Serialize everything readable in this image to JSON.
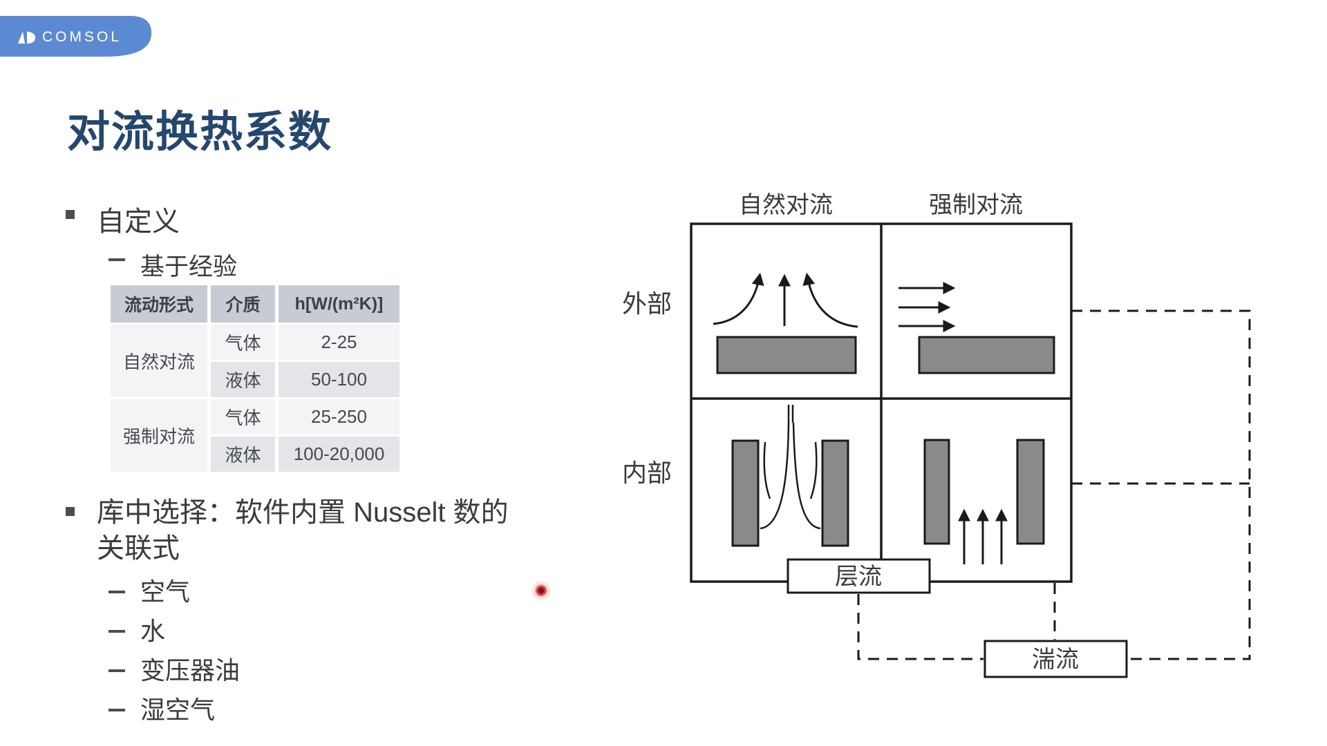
{
  "brand": {
    "logo_text": "COMSOL"
  },
  "slide": {
    "title": "对流换热系数"
  },
  "content": {
    "bullet1": {
      "label": "自定义",
      "sub_label": "基于经验"
    },
    "bullet2": {
      "line1": "库中选择：软件内置 Nusselt 数的",
      "line2": "关联式",
      "items": [
        "空气",
        "水",
        "变压器油",
        "湿空气"
      ]
    }
  },
  "table": {
    "headers": [
      "流动形式",
      "介质",
      "h[W/(m²K)]"
    ],
    "groups": [
      {
        "form": "自然对流",
        "rows": [
          {
            "medium": "气体",
            "value": "2-25"
          },
          {
            "medium": "液体",
            "value": "50-100"
          }
        ]
      },
      {
        "form": "强制对流",
        "rows": [
          {
            "medium": "气体",
            "value": "25-250"
          },
          {
            "medium": "液体",
            "value": "100-20,000"
          }
        ]
      }
    ]
  },
  "diagram": {
    "column_labels": [
      "自然对流",
      "强制对流"
    ],
    "row_labels": [
      "外部",
      "内部"
    ],
    "regime_labels": {
      "laminar": "层流",
      "turbulent": "湍流"
    }
  },
  "colors": {
    "brand_blue": "#5b8ad2",
    "title": "#25476e",
    "table_header_bg": "#c7cbd3",
    "table_cell_light": "#f3f4f6",
    "table_cell_dark": "#e3e5e9",
    "plate_gray": "#8a8a8a",
    "cursor_red": "#d4383c",
    "text_dark": "#3f4348"
  }
}
